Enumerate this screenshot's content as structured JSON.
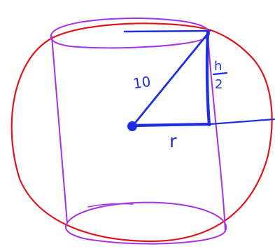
{
  "labels": {
    "hypotenuse": "10",
    "half_height_num": "h",
    "half_height_den": "2",
    "radius": "r"
  },
  "colors": {
    "sphere": "#e0141c",
    "cylinder": "#a632e6",
    "annotation": "#1f2fe0",
    "background": "#ffffff"
  }
}
